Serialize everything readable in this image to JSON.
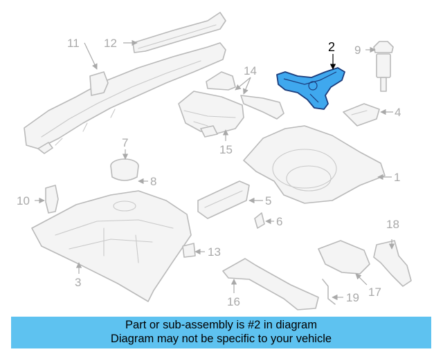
{
  "diagram": {
    "callouts": [
      "1",
      "2",
      "3",
      "4",
      "5",
      "6",
      "7",
      "8",
      "9",
      "10",
      "11",
      "12",
      "13",
      "14",
      "15",
      "16",
      "17",
      "18",
      "19"
    ],
    "highlighted_part": "2",
    "highlight_color": "#3fa8ee",
    "part_color": "#b9b9b9"
  },
  "banner": {
    "line1": "Part or sub-assembly is #2 in diagram",
    "line2": "Diagram may not be specific to your vehicle",
    "background": "#5ec2f0"
  }
}
